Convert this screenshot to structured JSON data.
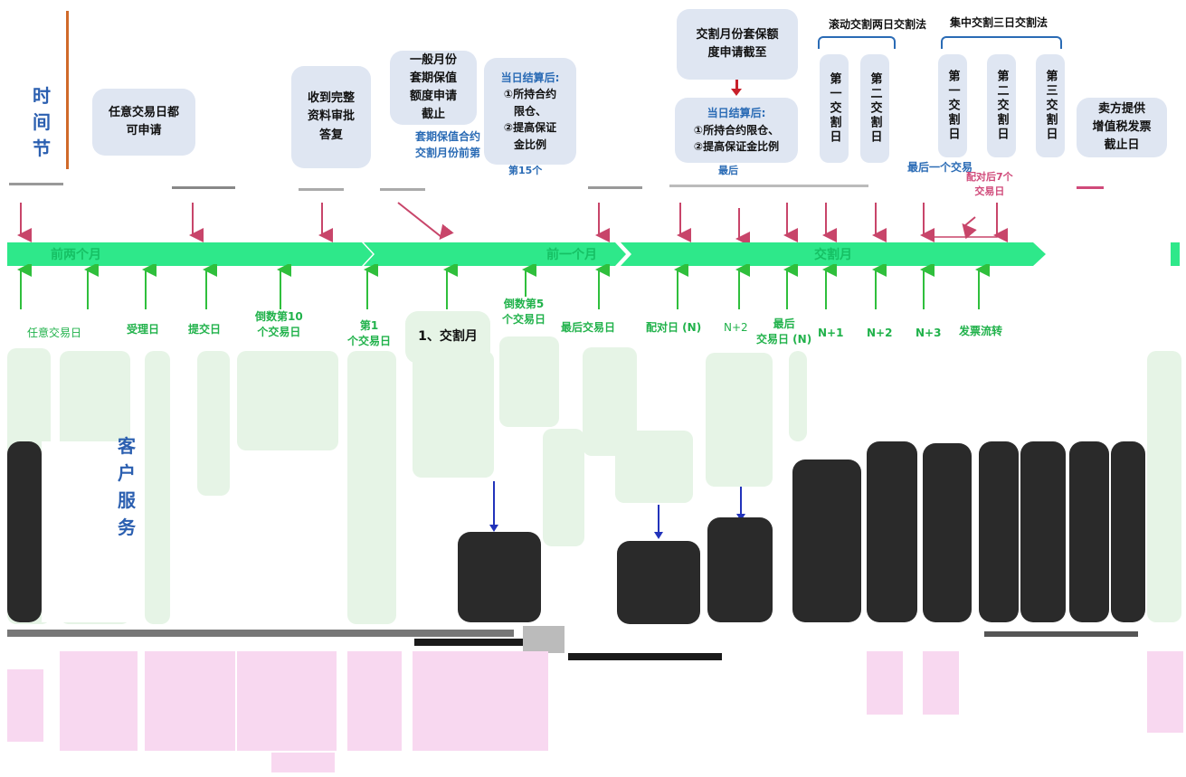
{
  "colors": {
    "band": "#2ee88a",
    "band_text": "#1ccf63",
    "arrow_down": "#c8456a",
    "arrow_up": "#2fbf3c",
    "box_fill": "#dfe6f2",
    "blue_text": "#2a6bb5",
    "title_blue": "#2b5fb0",
    "divider_orange": "#d06a2a",
    "pink_note": "#d04a7a"
  },
  "left_titles": {
    "time_node": "时间节",
    "customer_service": "客户服务"
  },
  "band_labels": {
    "two_months_before": "前两个月",
    "one_month_before": "前一个月",
    "delivery_month": "交割月"
  },
  "top_boxes": {
    "any_day": "任意交易日都\n可申请",
    "review": "收到完整\n资料审批\n答复",
    "monthly_quota": "一般月份\n套期保值\n额度申请\n截止",
    "hedge_contract": "套期保值合约\n交割月份前第",
    "settle_a_title": "当日结算后:",
    "settle_a_body": "①所持合约\n限仓、\n②提高保证\n金比例",
    "settle_a_partial": "第15个",
    "delivery_quota": "交割月份套保额\n度申请截至",
    "settle_b_title": "当日结算后:",
    "settle_b_body": "①所持合约限仓、\n②提高保证金比例",
    "partial_last": "最后",
    "partial_last2": "最后一个交易",
    "invoice": "卖方提供\n增值税发票\n截止日"
  },
  "brackets": {
    "rolling": "滚动交割两日交割法",
    "centralized": "集中交割三日交割法",
    "after_match": "配对后7个\n交易日"
  },
  "rolling_days": [
    "第一交割日",
    "第二交割日"
  ],
  "central_days": [
    "第一交割日",
    "第二交割日",
    "第三交割日"
  ],
  "timeline_marks": [
    "任意交易日",
    "受理日",
    "提交日",
    "倒数第10\n个交易日",
    "第1\n个交易日",
    "倒数第5\n个交易日",
    "最后交易日",
    "配对日 (N)",
    "N+2",
    "最后\n交易日 (N)",
    "N+1",
    "N+2",
    "N+3",
    "发票流转"
  ],
  "mid_label": "1、交割月"
}
